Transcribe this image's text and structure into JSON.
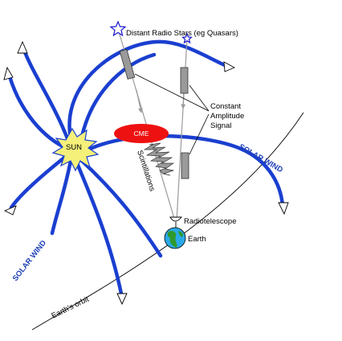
{
  "labels": {
    "distant_stars": "Distant Radio Stars (eg Quasars)",
    "constant_line1": "Constant",
    "constant_line2": "Amplitude",
    "constant_line3": "Signal",
    "cme": "CME",
    "sun": "SUN",
    "scintillations": "Scintillations",
    "radiotelescope": "Radiotelescope",
    "earth": "Earth",
    "solar_wind_right": "SOLAR WIND",
    "solar_wind_left": "SOLAR WIND",
    "earths_orbit": "Earth's orbit"
  },
  "colors": {
    "field_line": "#1a3fd0",
    "cme": "#ee1111",
    "sun": "#f4f07a",
    "signal": "#9a9a9a",
    "star": "#1a1acc",
    "ocean": "#2aa9e8",
    "land": "#2e9a2e"
  }
}
